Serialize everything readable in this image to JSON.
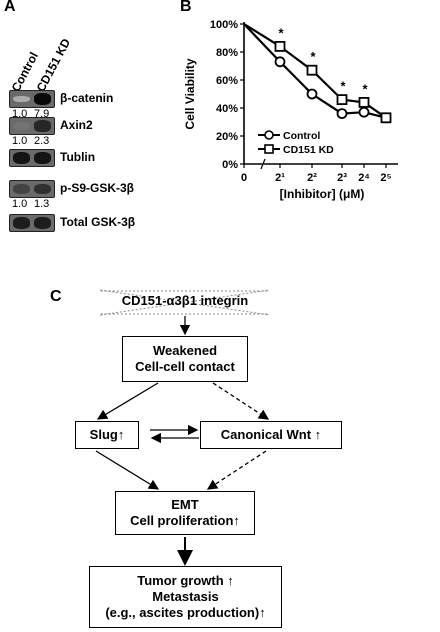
{
  "panel_a": {
    "letter": "A",
    "columns": [
      "Control",
      "CD151 KD"
    ],
    "blots": [
      {
        "label": "β-catenin",
        "quant": [
          "1.0",
          "7.9"
        ],
        "intensity": [
          0.15,
          1.0
        ]
      },
      {
        "label": "Axin2",
        "quant": [
          "1.0",
          "2.3"
        ],
        "intensity": [
          0.45,
          0.85
        ]
      },
      {
        "label": "Tublin",
        "quant": [],
        "intensity": [
          0.95,
          0.95
        ]
      },
      {
        "label": "p-S9-GSK-3β",
        "quant": [
          "1.0",
          "1.3"
        ],
        "intensity": [
          0.7,
          0.8
        ]
      },
      {
        "label": "Total GSK-3β",
        "quant": [],
        "intensity": [
          0.9,
          0.9
        ]
      }
    ]
  },
  "panel_b": {
    "letter": "B",
    "chart_data": {
      "type": "line",
      "ylabel": "Cell Viability",
      "xlabel": "[Inhibitor] (μM)",
      "y_ticks": [
        "0%",
        "20%",
        "40%",
        "60%",
        "80%",
        "100%"
      ],
      "ylim": [
        0,
        100
      ],
      "x_ticks": [
        {
          "label": "0",
          "x": 0
        },
        {
          "label": "2¹",
          "x": 1
        },
        {
          "label": "2²",
          "x": 2
        },
        {
          "label": "2³",
          "x": 3
        },
        {
          "label": "2⁴",
          "x": 4
        },
        {
          "label": "2⁵",
          "x": 5
        }
      ],
      "axis_break": true,
      "x_scale": "log2",
      "series": [
        {
          "name": "Control",
          "marker": "circle",
          "x": [
            0,
            1,
            2,
            3,
            4,
            5
          ],
          "y": [
            100,
            73,
            50,
            36,
            37,
            33
          ]
        },
        {
          "name": "CD151 KD",
          "marker": "square",
          "x": [
            0,
            1,
            2,
            3,
            4,
            5
          ],
          "y": [
            100,
            84,
            67,
            46,
            44,
            33
          ]
        }
      ],
      "significance": {
        "mark": "*",
        "x": [
          1,
          2,
          3,
          4
        ]
      },
      "legend_position": "center-left"
    }
  },
  "panel_c": {
    "letter": "C",
    "top_label": "CD151-α3β1 integrin",
    "weakened": [
      "Weakened",
      "Cell-cell contact"
    ],
    "slug": "Slug↑",
    "wnt": "Canonical Wnt ↑",
    "emt": [
      "EMT",
      "Cell proliferation↑"
    ],
    "tumor": [
      "Tumor growth ↑",
      "Metastasis",
      "(e.g., ascites production)↑"
    ]
  }
}
